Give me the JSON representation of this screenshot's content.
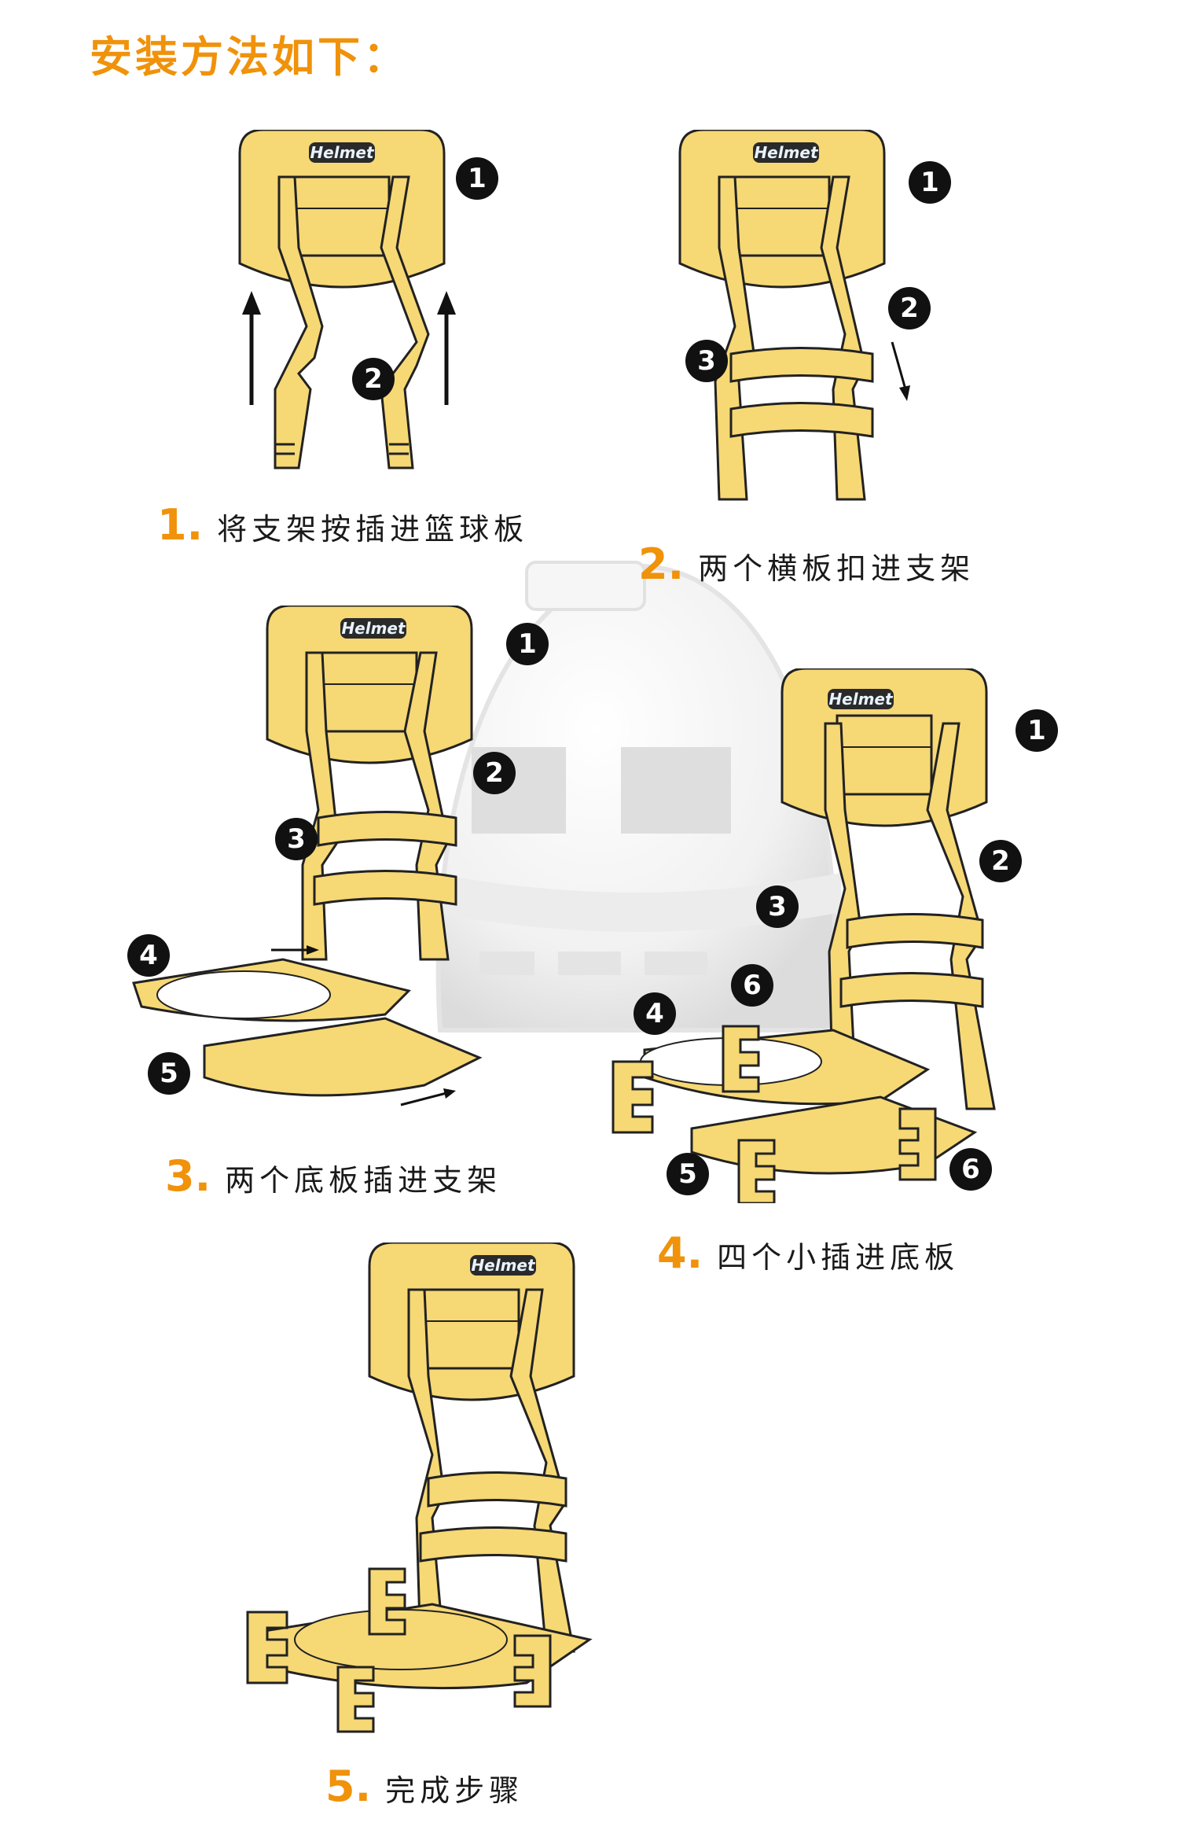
{
  "title": "安装方法如下：",
  "logo_text": "Helmet",
  "steps": [
    {
      "num": "1.",
      "text": "将支架按插进篮球板"
    },
    {
      "num": "2.",
      "text": "两个横板扣进支架"
    },
    {
      "num": "3.",
      "text": "两个底板插进支架"
    },
    {
      "num": "4.",
      "text": "四个小插进底板"
    },
    {
      "num": "5.",
      "text": "完成步骤"
    }
  ],
  "badges": [
    "1",
    "2",
    "3",
    "4",
    "5",
    "6"
  ],
  "colors": {
    "accent": "#f0920a",
    "panel": "#f6d875",
    "stroke": "#222222",
    "badge": "#111111"
  }
}
